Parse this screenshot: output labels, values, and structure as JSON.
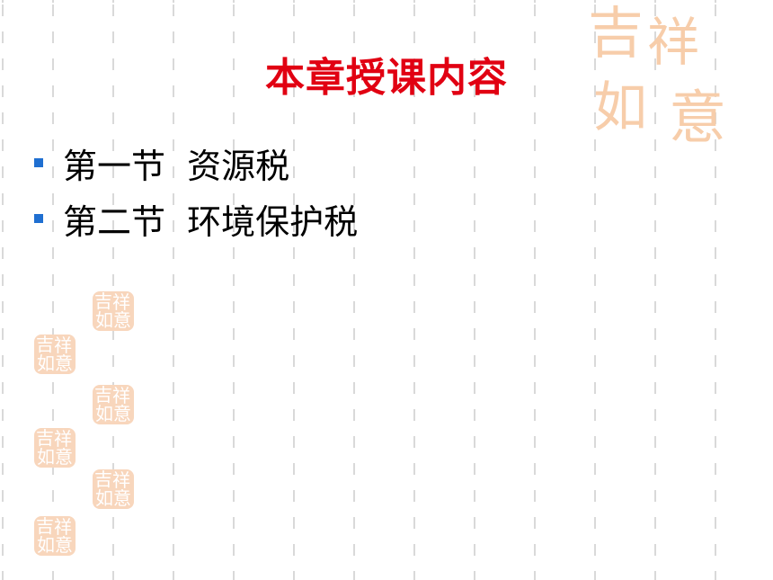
{
  "slide": {
    "title": "本章授课内容",
    "items": [
      {
        "label": "第一节  资源税"
      },
      {
        "label": "第二节  环境保护税"
      }
    ]
  },
  "decoration": {
    "seal_text": "吉祥如意",
    "seal_color": "#f6c9a6",
    "title_color": "#e10012",
    "bullet_color": "#1f6fd1"
  }
}
